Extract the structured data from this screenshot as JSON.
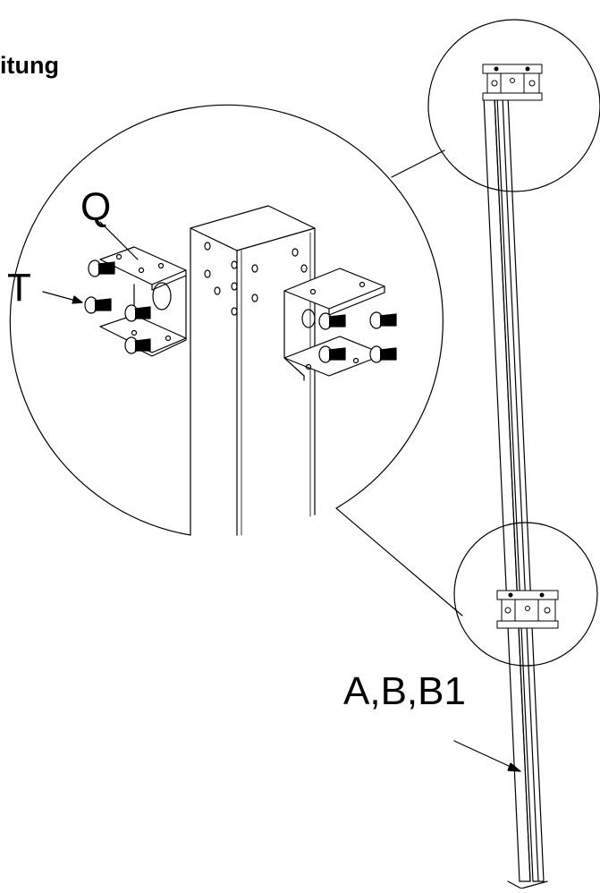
{
  "heading": "itung",
  "labels": {
    "bracket": "Q",
    "bolt": "T",
    "posts": "A,B,B1"
  }
}
